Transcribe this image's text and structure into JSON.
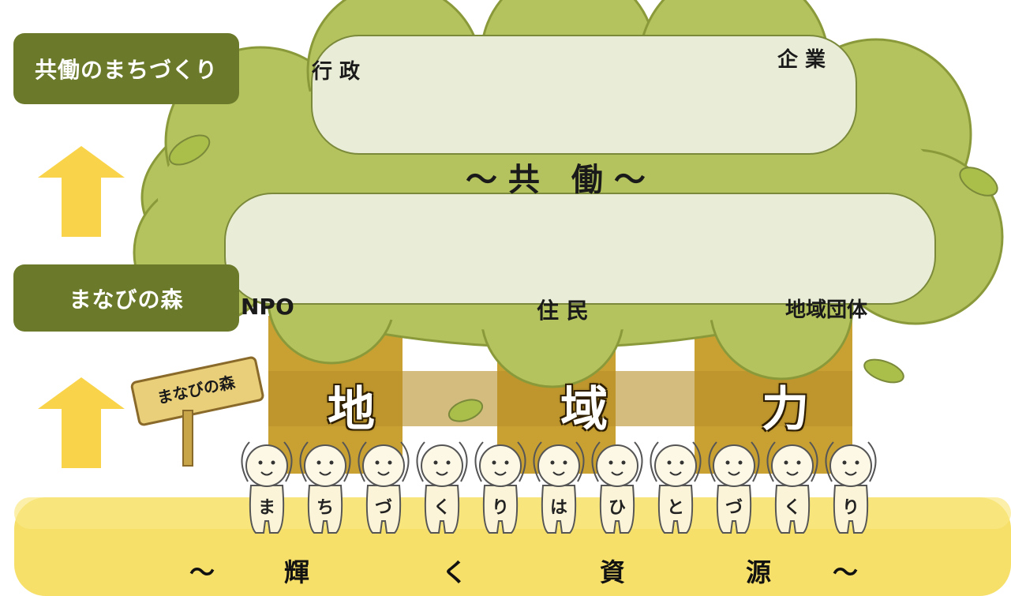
{
  "left_panel": {
    "top_label": "共働のまちづくり",
    "mid_label": "まなびの森"
  },
  "tree": {
    "top_banner": "〜 共　働 〜",
    "group_labels": {
      "gyosei": "行 政",
      "kigyo": "企 業",
      "npo": "NPO",
      "jumin": "住 民",
      "chiiki_dantai": "地域団体"
    },
    "sign": "まなびの森",
    "trunk_words": [
      "地",
      "域",
      "力"
    ]
  },
  "kids": [
    "ま",
    "ち",
    "づ",
    "く",
    "り",
    "は",
    "ひ",
    "と",
    "づ",
    "く",
    "り"
  ],
  "bottom_band": [
    "〜",
    "輝",
    "く",
    "資",
    "源",
    "〜"
  ],
  "colors": {
    "pill": "#6b7a2a",
    "arrow": "#f9d44a",
    "foliage": "#b5c35e",
    "trunk": "#c9a132",
    "band": "#f6e06a"
  }
}
